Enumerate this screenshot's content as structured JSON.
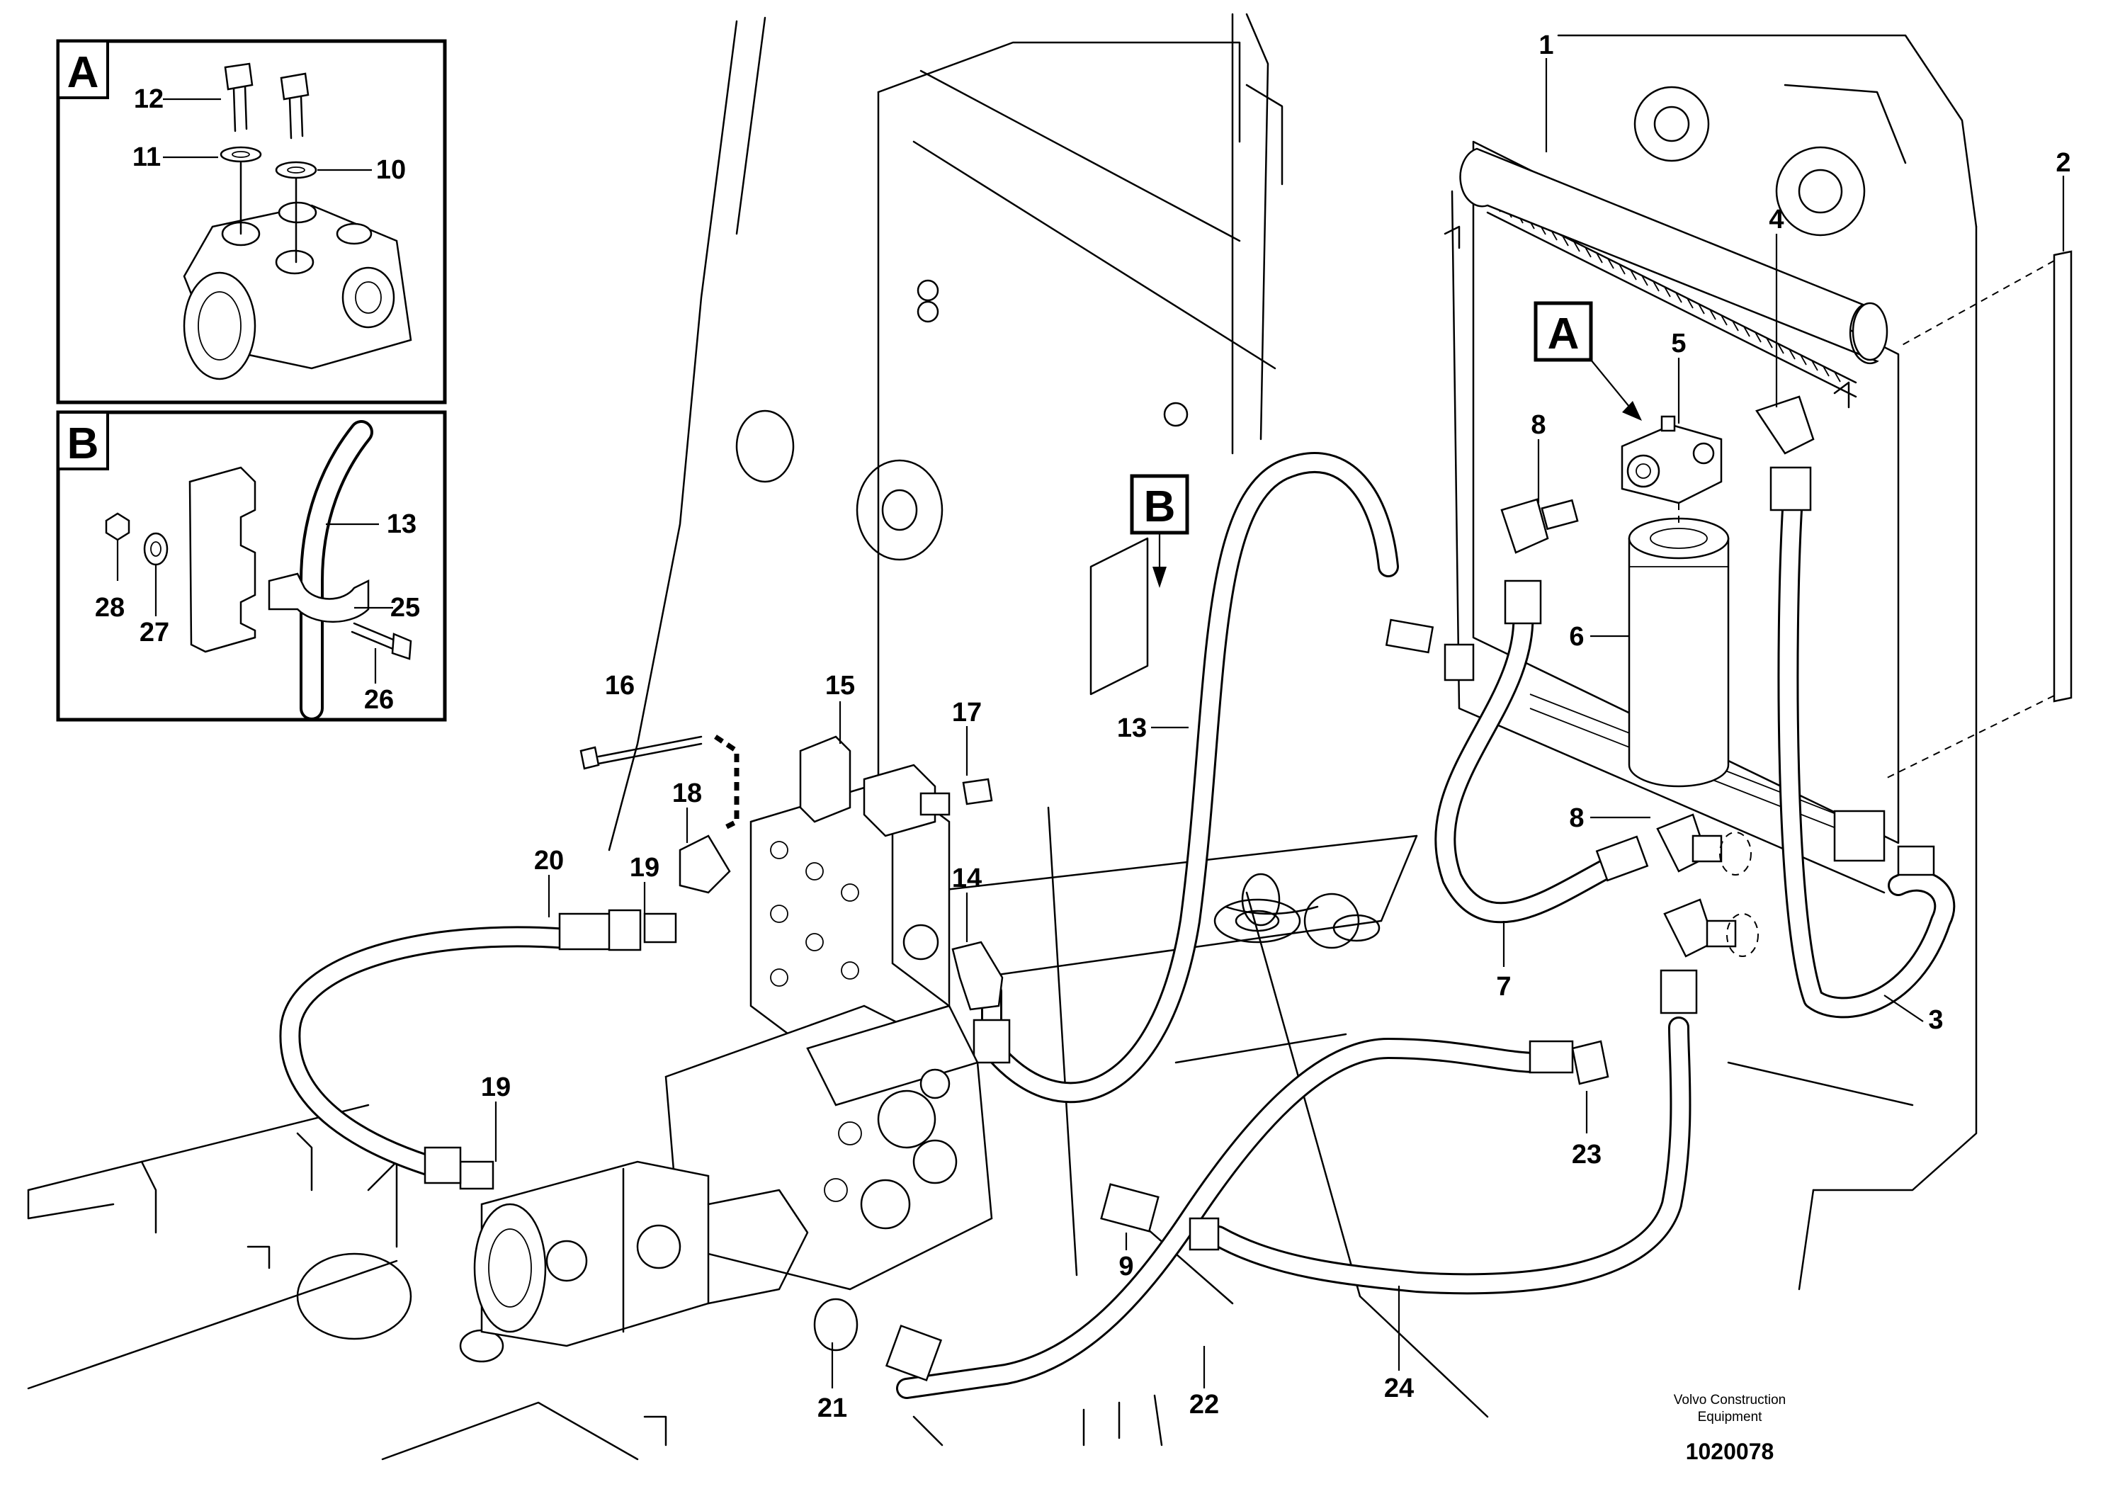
{
  "insets": [
    {
      "letter": "A",
      "parts": [
        "12",
        "11",
        "10"
      ]
    },
    {
      "letter": "B",
      "parts": [
        "13",
        "28",
        "27",
        "25",
        "26"
      ]
    }
  ],
  "callouts": {
    "detail_a": "A",
    "detail_b": "B"
  },
  "part_labels": {
    "p1": "1",
    "p2": "2",
    "p3": "3",
    "p4": "4",
    "p5": "5",
    "p6": "6",
    "p7": "7",
    "p8a": "8",
    "p8b": "8",
    "p9": "9",
    "p10": "10",
    "p11": "11",
    "p12": "12",
    "p13a": "13",
    "p13b": "13",
    "p14": "14",
    "p15": "15",
    "p16": "16",
    "p17": "17",
    "p18": "18",
    "p19a": "19",
    "p19b": "19",
    "p20": "20",
    "p21": "21",
    "p22": "22",
    "p23": "23",
    "p24": "24",
    "p25": "25",
    "p26": "26",
    "p27": "27",
    "p28": "28"
  },
  "footer": {
    "brand_line1": "Volvo Construction",
    "brand_line2": "Equipment",
    "drawing_id": "1020078"
  }
}
